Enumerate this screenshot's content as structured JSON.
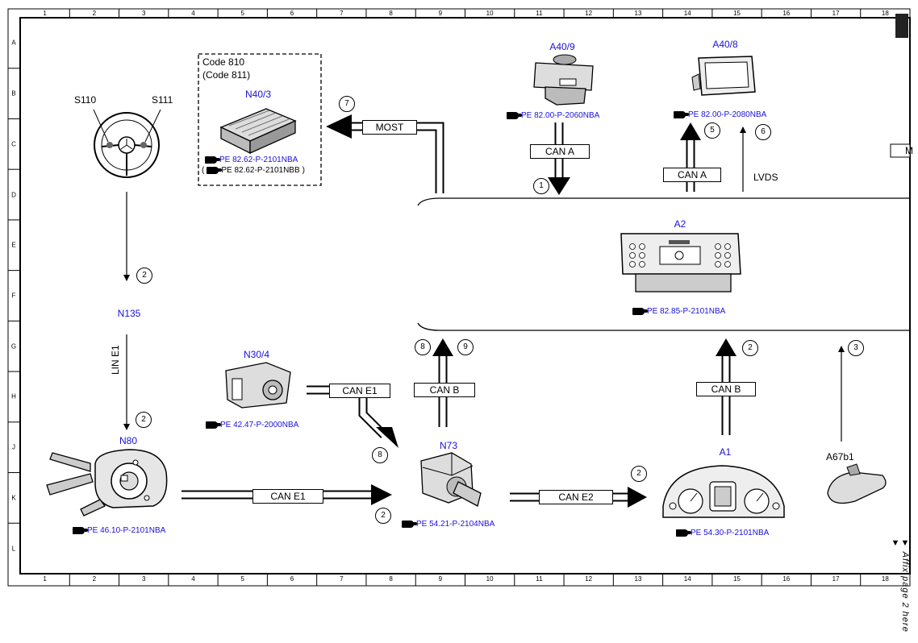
{
  "grid": {
    "columns": [
      "1",
      "2",
      "3",
      "4",
      "5",
      "6",
      "7",
      "8",
      "9",
      "10",
      "11",
      "12",
      "13",
      "14",
      "15",
      "16",
      "17",
      "18"
    ],
    "rows": [
      "A",
      "B",
      "C",
      "D",
      "E",
      "F",
      "G",
      "H",
      "J",
      "K",
      "L"
    ]
  },
  "option_box": {
    "code": "Code 810",
    "code_alt": "(Code 811)",
    "component": "N40/3",
    "ref1": "PE 82.62-P-2101NBA",
    "ref2": "PE 82.62-P-2101NBB"
  },
  "components": {
    "s110": "S110",
    "s111": "S111",
    "n135": "N135",
    "n80": "N80",
    "n30_4": "N30/4",
    "n73": "N73",
    "a40_9": "A40/9",
    "a40_8": "A40/8",
    "a2": "A2",
    "a1": "A1",
    "a67b1": "A67b1"
  },
  "references": {
    "a40_9": "PE 82.00-P-2060NBA",
    "a40_8": "PE 82.00-P-2080NBA",
    "a2": "PE 82.85-P-2101NBA",
    "n30_4": "PE 42.47-P-2000NBA",
    "n80": "PE 46.10-P-2101NBA",
    "n73": "PE 54.21-P-2104NBA",
    "a1": "PE 54.30-P-2101NBA"
  },
  "buses": {
    "most": "MOST",
    "can_a_1": "CAN A",
    "can_a_2": "CAN A",
    "lvds": "LVDS",
    "lin_e1": "LIN E1",
    "can_e1_top": "CAN E1",
    "can_b_1": "CAN B",
    "can_b_2": "CAN B",
    "can_e1_bottom": "CAN E1",
    "can_e2": "CAN E2",
    "cut_off": "M"
  },
  "callouts": {
    "c1": "1",
    "c2a": "2",
    "c2b": "2",
    "c2c": "2",
    "c2d": "2",
    "c2e": "2",
    "c3": "3",
    "c5": "5",
    "c6": "6",
    "c7": "7",
    "c8a": "8",
    "c8b": "8",
    "c9": "9"
  },
  "side_note": "▼ Affix page 2 here ▼"
}
